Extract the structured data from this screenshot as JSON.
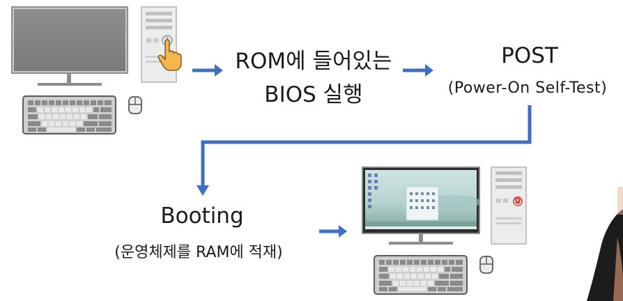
{
  "steps": {
    "rom_bios": {
      "line1": "ROM에 들어있는",
      "line2": "BIOS 실행"
    },
    "post": {
      "title": "POST",
      "subtitle": "(Power-On Self-Test)"
    },
    "booting": {
      "title": "Booting",
      "subtitle": "(운영체제를 RAM에 적재)"
    }
  },
  "colors": {
    "arrow": "#3f6fc2",
    "power_button": "#d84a4a",
    "monitor_frame": "#9a9a9a"
  }
}
